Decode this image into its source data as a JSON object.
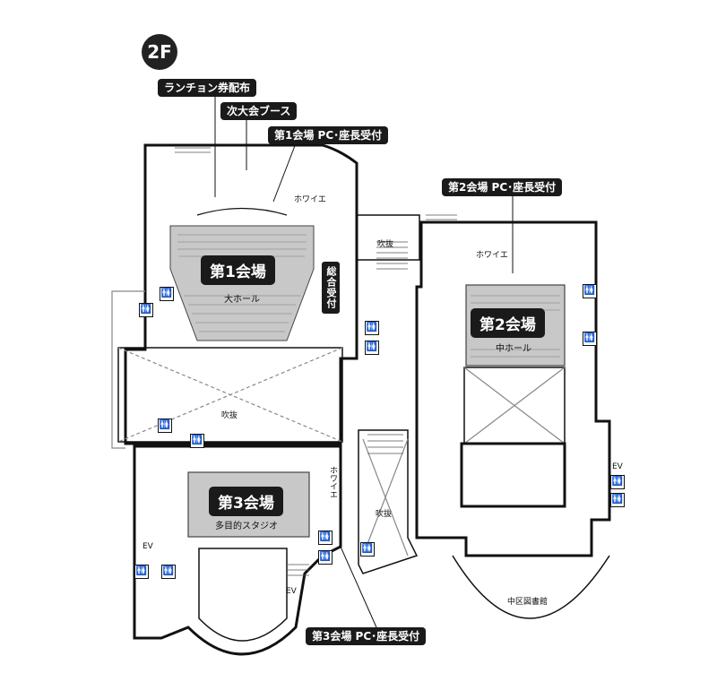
{
  "floor": "2F",
  "callouts": {
    "lunch": "ランチョン券配布",
    "next_booth": "次大会ブース",
    "hall1_pc": "第1会場 PC･座長受付",
    "hall2_pc": "第2会場 PC･座長受付",
    "hall3_pc": "第3会場 PC･座長受付"
  },
  "halls": {
    "hall1": "第1会場",
    "hall1_sub": "大ホール",
    "hall2": "第2会場",
    "hall2_sub": "中ホール",
    "hall3": "第3会場",
    "hall3_sub": "多目的スタジオ"
  },
  "reception": "総合受付",
  "labels": {
    "foyer1": "ホワイエ",
    "foyer2": "ホワイエ",
    "foyer3": "ホワイエ",
    "void_center": "吹抜",
    "void_top": "吹抜",
    "void_right": "吹抜",
    "ev1": "EV",
    "ev2": "EV",
    "ev3": "EV",
    "library": "中区図書館"
  },
  "icons": {
    "restroom": "restroom-icon"
  }
}
